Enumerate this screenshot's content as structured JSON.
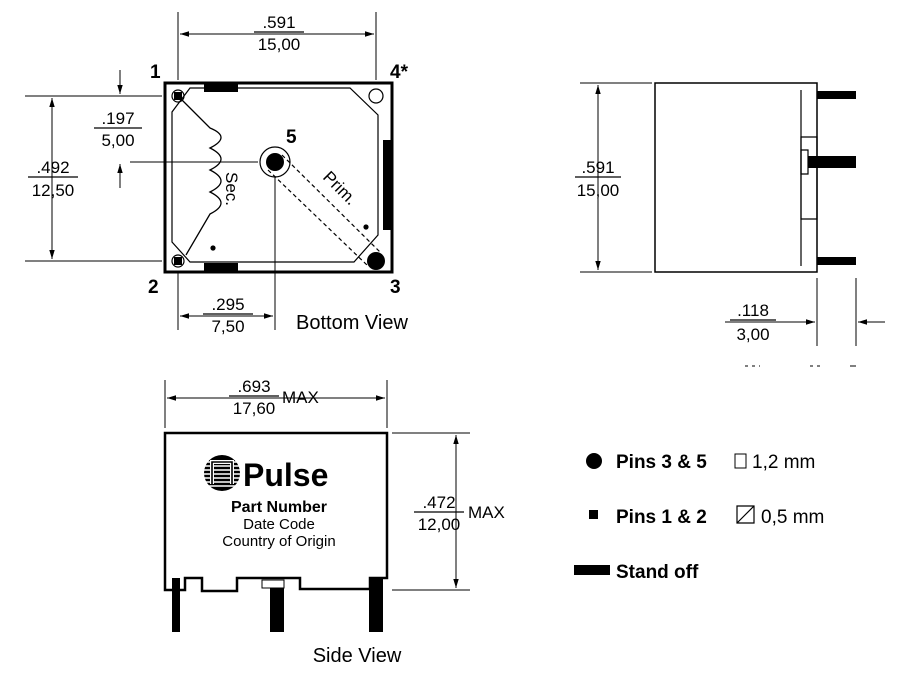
{
  "bottom_view": {
    "title": "Bottom View",
    "width_in": ".591",
    "width_mm": "15,00",
    "height_in": ".492",
    "height_mm": "12,50",
    "pin5_offset_in": ".197",
    "pin5_offset_mm": "5,00",
    "pin5_x_in": ".295",
    "pin5_x_mm": "7,50",
    "pin_1": "1",
    "pin_2": "2",
    "pin_3": "3",
    "pin_4": "4*",
    "pin_5": "5",
    "secondary": "Sec.",
    "primary": "Prim."
  },
  "end_view": {
    "height_in": ".591",
    "height_mm": "15,00",
    "pin_len_in": ".118",
    "pin_len_mm": "3,00"
  },
  "side_view": {
    "title": "Side View",
    "width_in": ".693",
    "width_mm": "17,60",
    "width_suffix": "MAX",
    "height_in": ".472",
    "height_mm": "12,00",
    "height_suffix": "MAX",
    "brand": "Pulse",
    "part_number": "Part Number",
    "date_code": "Date Code",
    "origin": "Country of Origin"
  },
  "legend": {
    "large_pins": "Pins 3 & 5",
    "large_pins_size": "1,2 mm",
    "small_pins": "Pins 1 & 2",
    "small_pins_size": "0,5 mm",
    "standoff": "Stand off"
  }
}
